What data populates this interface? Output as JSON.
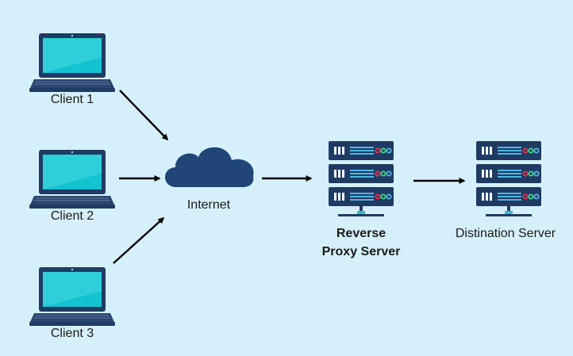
{
  "diagram": {
    "background": "#d6f0fb",
    "colors": {
      "device_dark": "#1f3b63",
      "screen_teal": "#12c4d0",
      "screen_teal_light": "#47d8e1",
      "cloud": "#1f4676",
      "server_body": "#1f3b63",
      "server_stripe": "#4fb8e4",
      "led_red": "#e5364a",
      "led_green": "#3ddc84",
      "led_blue": "#4fb8e4",
      "arrow": "#000000"
    },
    "clients": [
      {
        "label": "Client 1",
        "icon": "laptop-icon"
      },
      {
        "label": "Client 2",
        "icon": "laptop-icon"
      },
      {
        "label": "Client 3",
        "icon": "laptop-icon"
      }
    ],
    "internet": {
      "label": "Internet",
      "icon": "cloud-icon"
    },
    "proxy": {
      "label_line1": "Reverse",
      "label_line2": "Proxy Server",
      "icon": "server-rack-icon"
    },
    "destination": {
      "label": "Distination Server",
      "icon": "server-rack-icon"
    }
  }
}
